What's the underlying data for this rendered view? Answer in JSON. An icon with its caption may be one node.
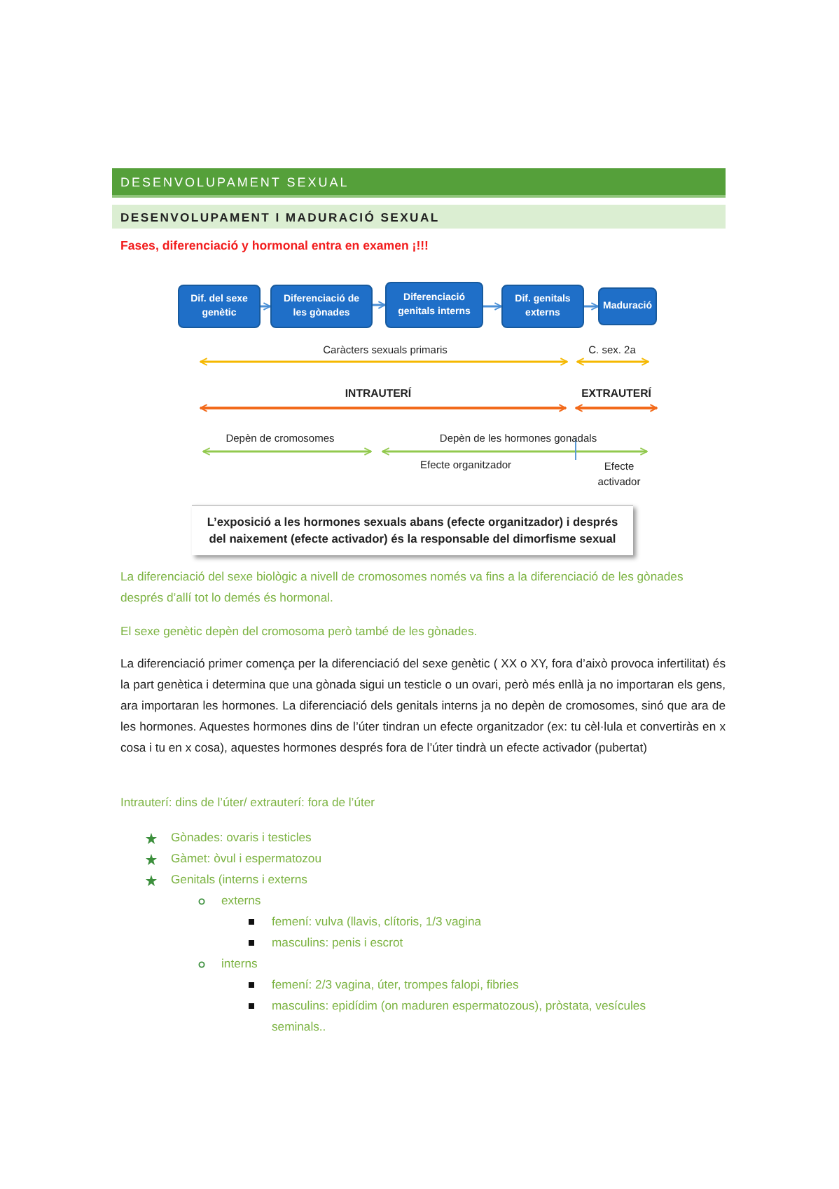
{
  "diagram": {
    "title": "DESENVOLUPAMENT SEXUAL",
    "nodes": [
      {
        "text": [
          "Dif. del sexe genètic"
        ]
      },
      {
        "text": [
          "Diferenciació de les gònades"
        ]
      },
      {
        "text": [
          "Diferenciació genitals interns"
        ]
      },
      {
        "text": [
          "Dif. genitals externs"
        ]
      },
      {
        "text": [
          "Maduració"
        ]
      },
      {
        "text": [
          "L’exposició a les hormones sexuals abans (efecte organitzador) i després del naixement (efecte activador) és la responsable del dimorfisme sexual"
        ]
      }
    ],
    "edges": [
      {
        "from": 0,
        "to": 1,
        "arrow": "to"
      },
      {
        "from": 1,
        "to": 2,
        "arrow": "to"
      },
      {
        "from": 2,
        "to": 3,
        "arrow": "to"
      },
      {
        "from": 3,
        "to": 4,
        "arrow": "to"
      }
    ],
    "labels": [
      "DESENVOLUPAMENT I MADURACIÓ SEXUAL",
      "Fases, diferenciació y hormonal entra en examen ¡!!!",
      "Caràcters sexuals primaris",
      "C. sex. 2a",
      "INTRAUTERÍ",
      "EXTRAUTERÍ",
      "Depèn de cromosomes",
      "Depèn de les hormones gonadals",
      "Efecte organitzador",
      "Efecte activador",
      "La diferenciació del sexe biològic a nivell de cromosomes només va fins a la diferenciació de les gònades després d’allí tot lo demés és hormonal.",
      "El sexe genètic depèn del cromosoma però també de les gònades.",
      "La diferenciació primer comença per la diferenciació del sexe genètic ( XX o XY, fora d’això provoca infertilitat) és la part genètica i determina que una gònada sigui un testicle o un ovari, però més enllà ja no importaran els gens, ara importaran les hormones. La diferenciació dels genitals interns ja no depèn de cromosomes, sinó que ara de les hormones. Aquestes hormones dins de l’úter tindran un efecte organitzador (ex: tu cèl·lula et convertiràs en x cosa i tu en x cosa), aquestes hormones després fora de l’úter tindrà un efecte activador (pubertat)",
      "Intrauterí: dins de l’úter/ extrauterí: fora de l’úter",
      "Gònades: ovaris i testicles",
      "Gàmet: òvul i espermatozou",
      "Genitals (interns i externs",
      "externs",
      "femení: vulva (llavis, clítoris, 1/3 vagina",
      "masculins: penis i escrot",
      "interns",
      "femení: 2/3 vagina, úter, trompes falopi, fibries",
      "masculins: epidídim (on maduren espermatozous), pròstata, vesícules seminals.."
    ]
  }
}
